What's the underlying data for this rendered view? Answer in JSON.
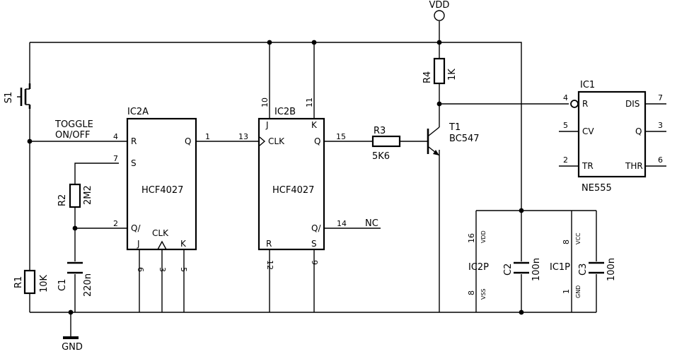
{
  "supply": {
    "vdd": "VDD",
    "gnd": "GND"
  },
  "switch": {
    "ref": "S1"
  },
  "toggle": {
    "line1": "TOGGLE",
    "line2": "ON/OFF"
  },
  "ic2a": {
    "title": "IC2A",
    "part": "HCF4027",
    "pins": {
      "R": "R",
      "S": "S",
      "Q": "Q",
      "Qbar": "Q/",
      "J": "J",
      "K": "K",
      "CLK": "CLK"
    },
    "pin_numbers": {
      "R": "4",
      "S": "7",
      "Qbar": "2",
      "Q": "1",
      "J": "6",
      "CLK": "3",
      "K": "5"
    }
  },
  "ic2b": {
    "title": "IC2B",
    "part": "HCF4027",
    "pins": {
      "J": "J",
      "K": "K",
      "CLK": "CLK",
      "Q": "Q",
      "Qbar": "Q/",
      "R": "R",
      "S": "S"
    },
    "pin_numbers": {
      "J": "10",
      "K": "11",
      "CLK": "13",
      "Q": "15",
      "Qbar": "14",
      "R": "12",
      "S": "9"
    },
    "nc": "NC"
  },
  "ic1": {
    "title": "IC1",
    "part": "NE555",
    "pins": {
      "R": "R",
      "CV": "CV",
      "TR": "TR",
      "DIS": "DIS",
      "Q": "Q",
      "THR": "THR"
    },
    "pin_numbers": {
      "R": "4",
      "CV": "5",
      "TR": "2",
      "DIS": "7",
      "Q": "3",
      "THR": "6"
    }
  },
  "resistors": {
    "r1": {
      "ref": "R1",
      "value": "10K"
    },
    "r2": {
      "ref": "R2",
      "value": "2M2"
    },
    "r3": {
      "ref": "R3",
      "value": "5K6"
    },
    "r4": {
      "ref": "R4",
      "value": "1K"
    }
  },
  "capacitors": {
    "c1": {
      "ref": "C1",
      "value": "220n"
    },
    "c2": {
      "ref": "C2",
      "value": "100n"
    },
    "c3": {
      "ref": "C3",
      "value": "100n"
    }
  },
  "transistor": {
    "ref": "T1",
    "part": "BC547"
  },
  "power_blocks": {
    "ic2p": {
      "ref": "IC2P",
      "vdd_pin": "16",
      "vdd_label": "VDD",
      "vss_pin": "8",
      "vss_label": "VSS"
    },
    "ic1p": {
      "ref": "IC1P",
      "vcc_pin": "8",
      "vcc_label": "VCC",
      "gnd_pin": "1",
      "gnd_label": "GND"
    }
  }
}
